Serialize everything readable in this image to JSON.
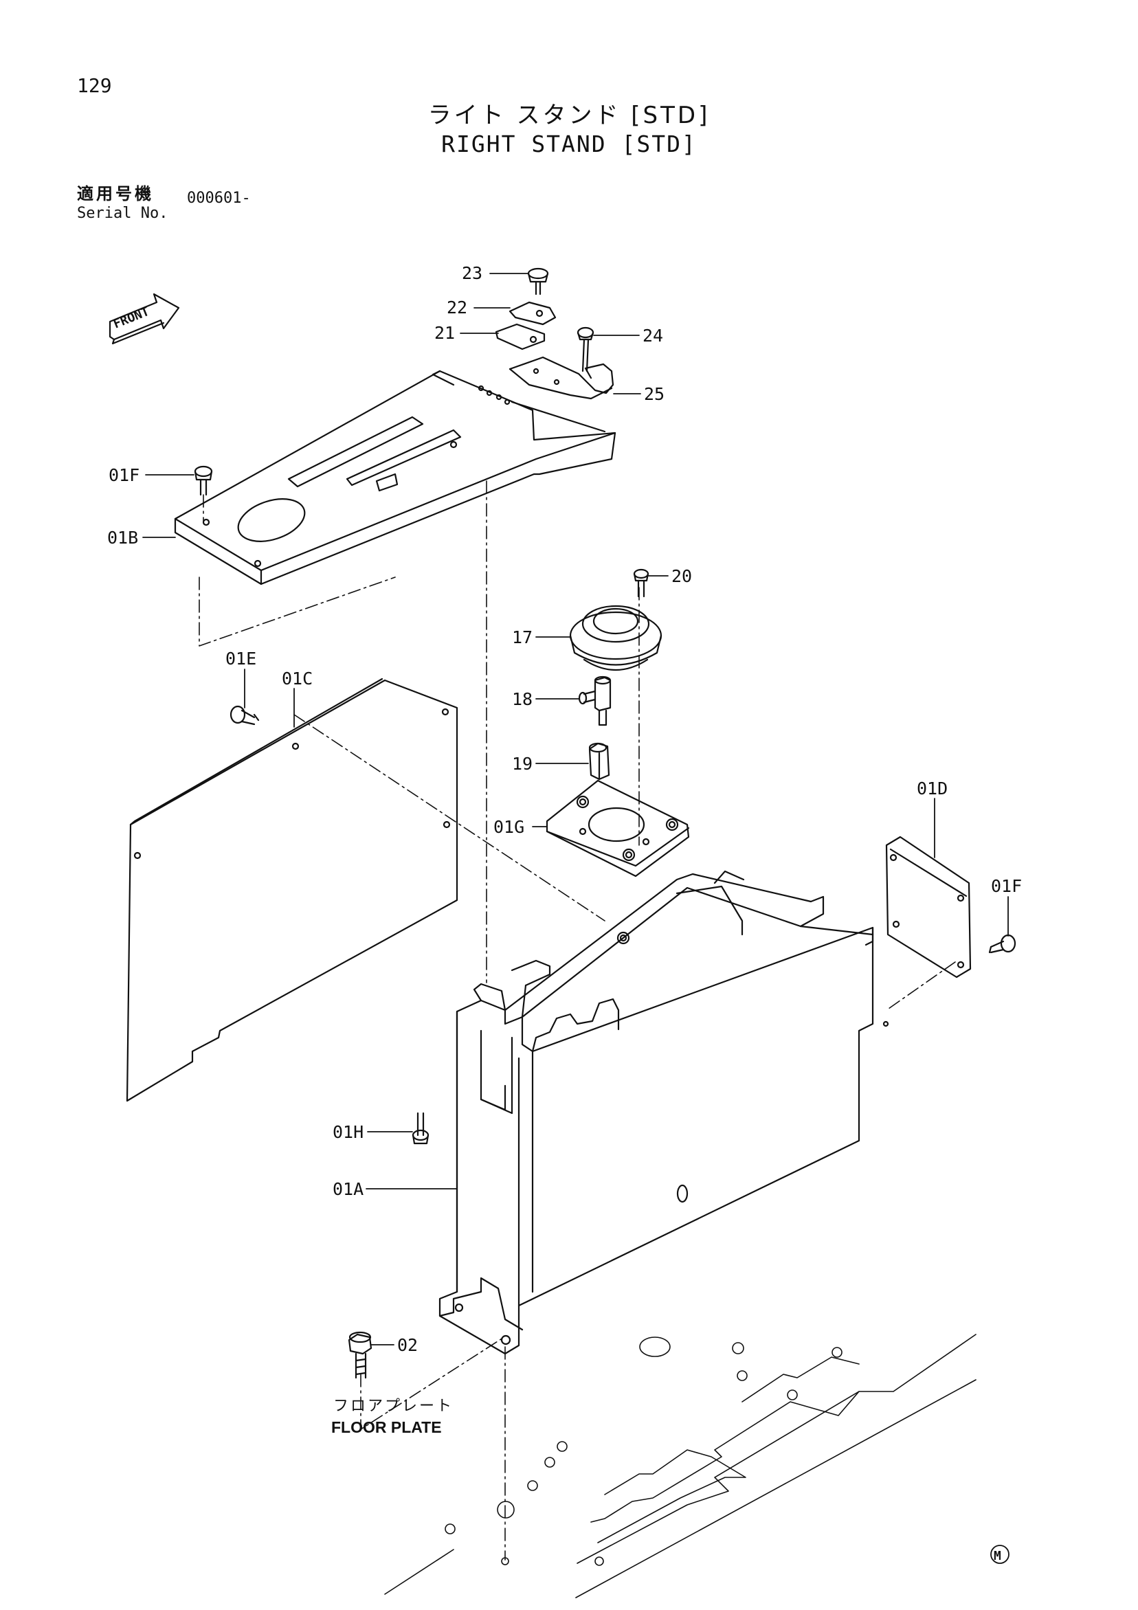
{
  "page": {
    "number": "129"
  },
  "title": {
    "ja": "ライト スタンド [STD]",
    "en": "RIGHT STAND [STD]"
  },
  "serial": {
    "label_ja": "適用号機",
    "label_en": "Serial No.",
    "value": "000601-"
  },
  "front_label": "FRONT",
  "floor_plate": {
    "ja": "フロアプレート",
    "en": "FLOOR PLATE"
  },
  "mark": "M",
  "callouts": {
    "c23": "23",
    "c22": "22",
    "c21": "21",
    "c24": "24",
    "c25": "25",
    "c01F_top": "01F",
    "c01B": "01B",
    "c20": "20",
    "c17": "17",
    "c01E": "01E",
    "c01C": "01C",
    "c18": "18",
    "c19": "19",
    "c01G": "01G",
    "c01D": "01D",
    "c01F_right": "01F",
    "c01H": "01H",
    "c01A": "01A",
    "c02": "02"
  },
  "colors": {
    "ink": "#111111",
    "paper": "#ffffff"
  }
}
